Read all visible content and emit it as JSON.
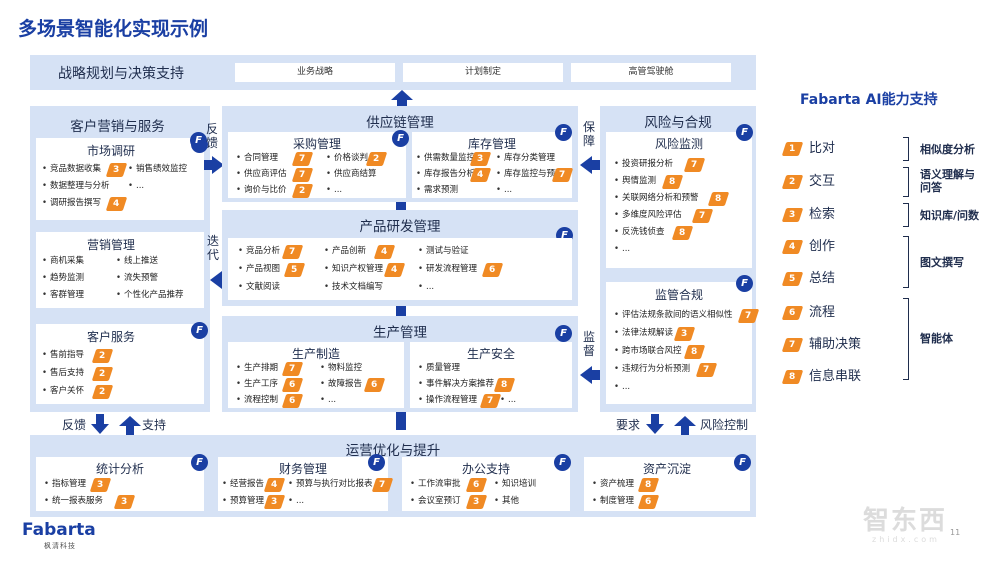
{
  "title": "多场景智能化实现示例",
  "strategy": {
    "label": "战略规划与决策支持",
    "pills": [
      "业务战略",
      "计划制定",
      "高管驾驶舱"
    ]
  },
  "customer": {
    "title": "客户营销与服务",
    "market_research": {
      "title": "市场调研",
      "items": [
        "竞品数据收集",
        "销售绩效监控",
        "数据整理与分析",
        "...",
        "调研报告撰写"
      ]
    },
    "marketing": {
      "title": "营销管理",
      "items": [
        "商机采集",
        "线上推送",
        "趋势监测",
        "流失预警",
        "客群管理",
        "个性化产品推荐"
      ]
    },
    "service": {
      "title": "客户服务",
      "items": [
        "售前指导",
        "售后支持",
        "客户关怀"
      ]
    }
  },
  "supply": {
    "title": "供应链管理",
    "procurement": {
      "title": "采购管理",
      "items": [
        "合同管理",
        "价格谈判",
        "供应商评估",
        "供应商结算",
        "询价与比价",
        "..."
      ]
    },
    "inventory": {
      "title": "库存管理",
      "items": [
        "供需数量监控",
        "库存分类管理",
        "库存报告分析",
        "库存监控与预警",
        "需求预测",
        "..."
      ]
    }
  },
  "rnd": {
    "title": "产品研发管理",
    "items": [
      "竞品分析",
      "产品创新",
      "测试与验证",
      "产品视图",
      "知识产权管理",
      "研发流程管理",
      "文献阅读",
      "技术文档编写",
      "..."
    ]
  },
  "production": {
    "title": "生产管理",
    "manufacturing": {
      "title": "生产制造",
      "items": [
        "生产排期",
        "物料监控",
        "生产工序",
        "故障报告",
        "流程控制",
        "..."
      ]
    },
    "safety": {
      "title": "生产安全",
      "items": [
        "质量管理",
        "事件解决方案推荐",
        "操作流程管理",
        "..."
      ]
    }
  },
  "risk": {
    "title": "风险与合规",
    "monitor": {
      "title": "风险监测",
      "items": [
        "投资研报分析",
        "舆情监测",
        "关联网络分析和预警",
        "多维度风险评估",
        "反洗钱侦查",
        "..."
      ]
    },
    "compliance": {
      "title": "监管合规",
      "items": [
        "评估法规条款间的语义相似性",
        "法律法规解读",
        "跨市场联合风控",
        "违规行为分析预测",
        "..."
      ]
    }
  },
  "ops": {
    "title": "运营优化与提升",
    "stats": {
      "title": "统计分析",
      "items": [
        "指标管理",
        "统一报表服务"
      ]
    },
    "finance": {
      "title": "财务管理",
      "items": [
        "经营报告",
        "预算与执行对比报表",
        "预算管理",
        "..."
      ]
    },
    "office": {
      "title": "办公支持",
      "items": [
        "工作流审批",
        "知识培训",
        "会议室预订",
        "其他"
      ]
    },
    "assets": {
      "title": "资产沉淀",
      "items": [
        "资产梳理",
        "制度管理"
      ]
    }
  },
  "edge_labels": {
    "feedback_top": "反馈",
    "iterate": "迭代",
    "guarantee": "保障",
    "supervise": "监督",
    "feedback_bottom": "反馈",
    "support": "支持",
    "require": "要求",
    "risk_control": "风险控制"
  },
  "ai_panel": {
    "title": "Fabarta AI能力支持",
    "items": [
      {
        "num": "1",
        "label": "比对"
      },
      {
        "num": "2",
        "label": "交互"
      },
      {
        "num": "3",
        "label": "检索"
      },
      {
        "num": "4",
        "label": "创作"
      },
      {
        "num": "5",
        "label": "总结"
      },
      {
        "num": "6",
        "label": "流程"
      },
      {
        "num": "7",
        "label": "辅助决策"
      },
      {
        "num": "8",
        "label": "信息串联"
      }
    ],
    "categories": [
      "相似度分析",
      "语义理解与问答",
      "知识库/问数",
      "图文撰写",
      "智能体"
    ]
  },
  "fab_glyph": "F",
  "logo": {
    "name": "Fabarta",
    "sub": "枫清科技"
  },
  "page_number": "11",
  "watermark": {
    "main": "智东西",
    "sub": "zhidx.com"
  },
  "colors": {
    "accent": "#1a3fa3",
    "badge": "#f08a24",
    "section_bg": "#d6e2f5"
  }
}
